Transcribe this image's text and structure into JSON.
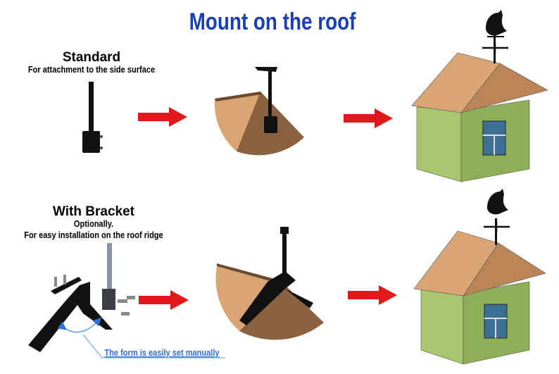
{
  "title": "Mount on the roof",
  "standard": {
    "heading": "Standard",
    "subtitle": "For attachment to the side surface"
  },
  "bracket": {
    "heading": "With Bracket",
    "line1": "Optionally.",
    "line2": "For easy installation on the roof ridge",
    "note": "The form is easily set manually"
  },
  "colors": {
    "title": "#1a3fb5",
    "arrow": "#e01a1a",
    "roof_light": "#d9a574",
    "roof_dark": "#8a6242",
    "wall_light": "#a7c66d",
    "wall_dark": "#8eae57",
    "window": "#3d7191",
    "note": "#2f6fd6"
  }
}
